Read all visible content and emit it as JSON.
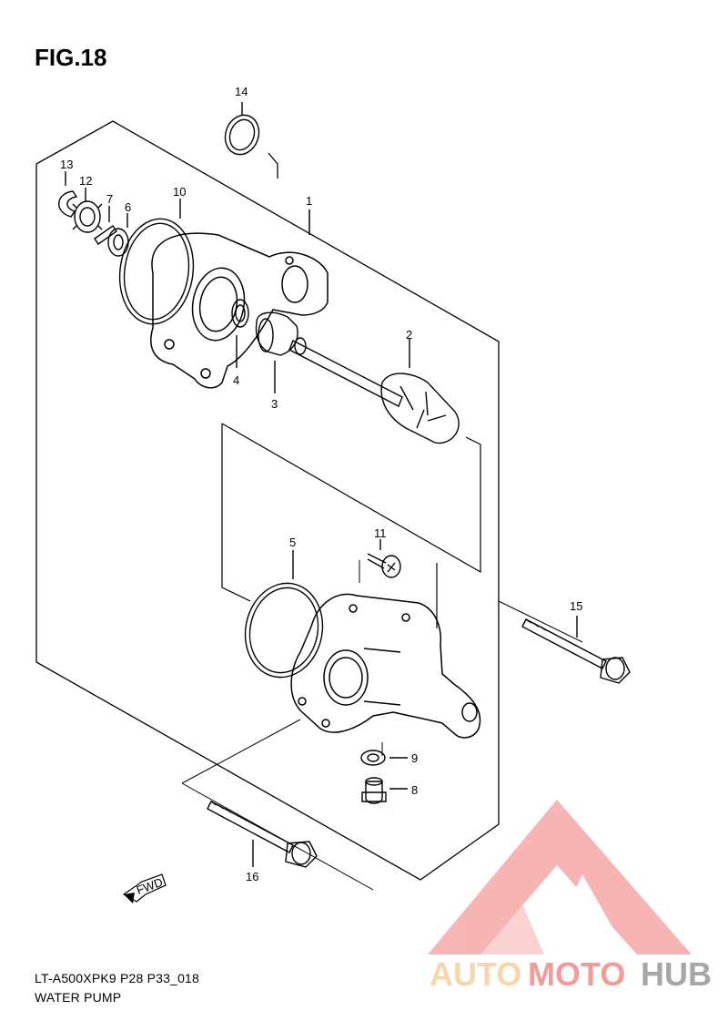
{
  "figure": {
    "title": "FIG.18",
    "model_code": "LT-A500XPK9 P28 P33_018",
    "section_name": "WATER PUMP"
  },
  "parts": {
    "p1": "1",
    "p2": "2",
    "p3": "3",
    "p4": "4",
    "p5": "5",
    "p6": "6",
    "p7": "7",
    "p8": "8",
    "p9": "9",
    "p10": "10",
    "p11": "11",
    "p12": "12",
    "p13": "13",
    "p14": "14",
    "p15": "15",
    "p16": "16"
  },
  "fwd_label": "FWD",
  "watermark": {
    "word_a": "AUTO",
    "word_b": "MOTO",
    "word_c": "HUB",
    "color_light": "#f6c98f",
    "color_mid": "#f07a74",
    "color_dark": "#8a8a8a"
  }
}
